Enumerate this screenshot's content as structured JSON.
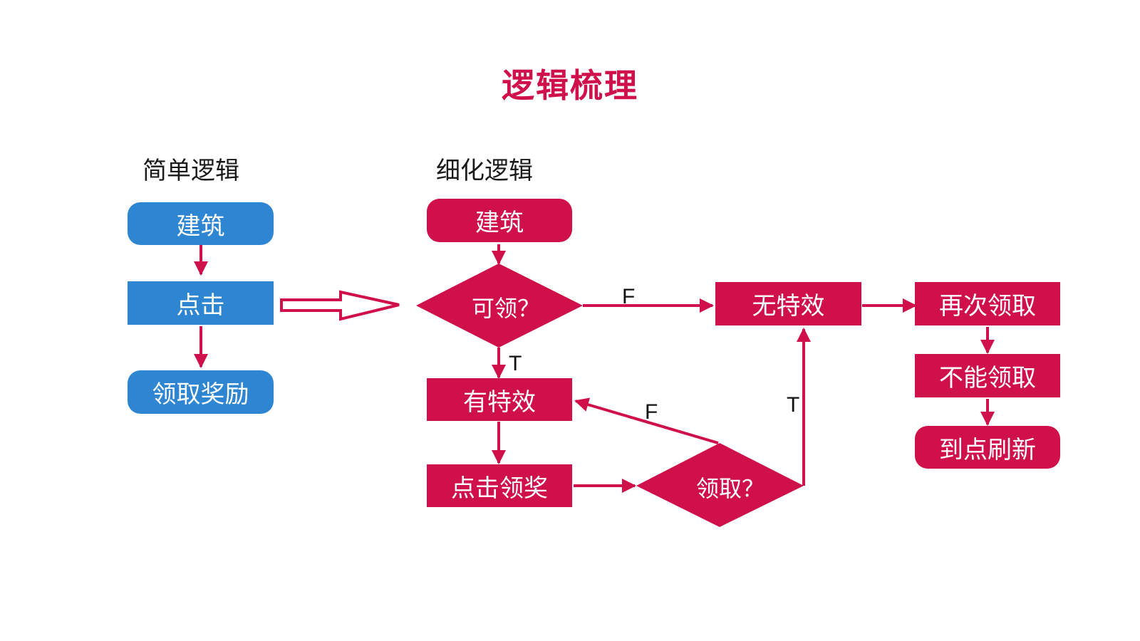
{
  "title": "逻辑梳理",
  "colors": {
    "accent_red": "#d0104a",
    "accent_blue": "#2e85d2",
    "text": "#1a1a1a"
  },
  "simple_logic": {
    "heading": "简单逻辑",
    "nodes": [
      "建筑",
      "点击",
      "领取奖励"
    ]
  },
  "detailed_logic": {
    "heading": "细化逻辑",
    "nodes": {
      "build": "建筑",
      "can_claim": "可领？",
      "has_effect": "有特效",
      "click_claim": "点击领奖",
      "claim_q": "领取？",
      "no_effect": "无特效",
      "claim_again": "再次领取",
      "cannot_claim": "不能领取",
      "refresh": "到点刷新"
    },
    "edge_labels": {
      "can_claim_false": "F",
      "can_claim_true": "T",
      "claim_false": "F",
      "claim_true": "T"
    }
  }
}
